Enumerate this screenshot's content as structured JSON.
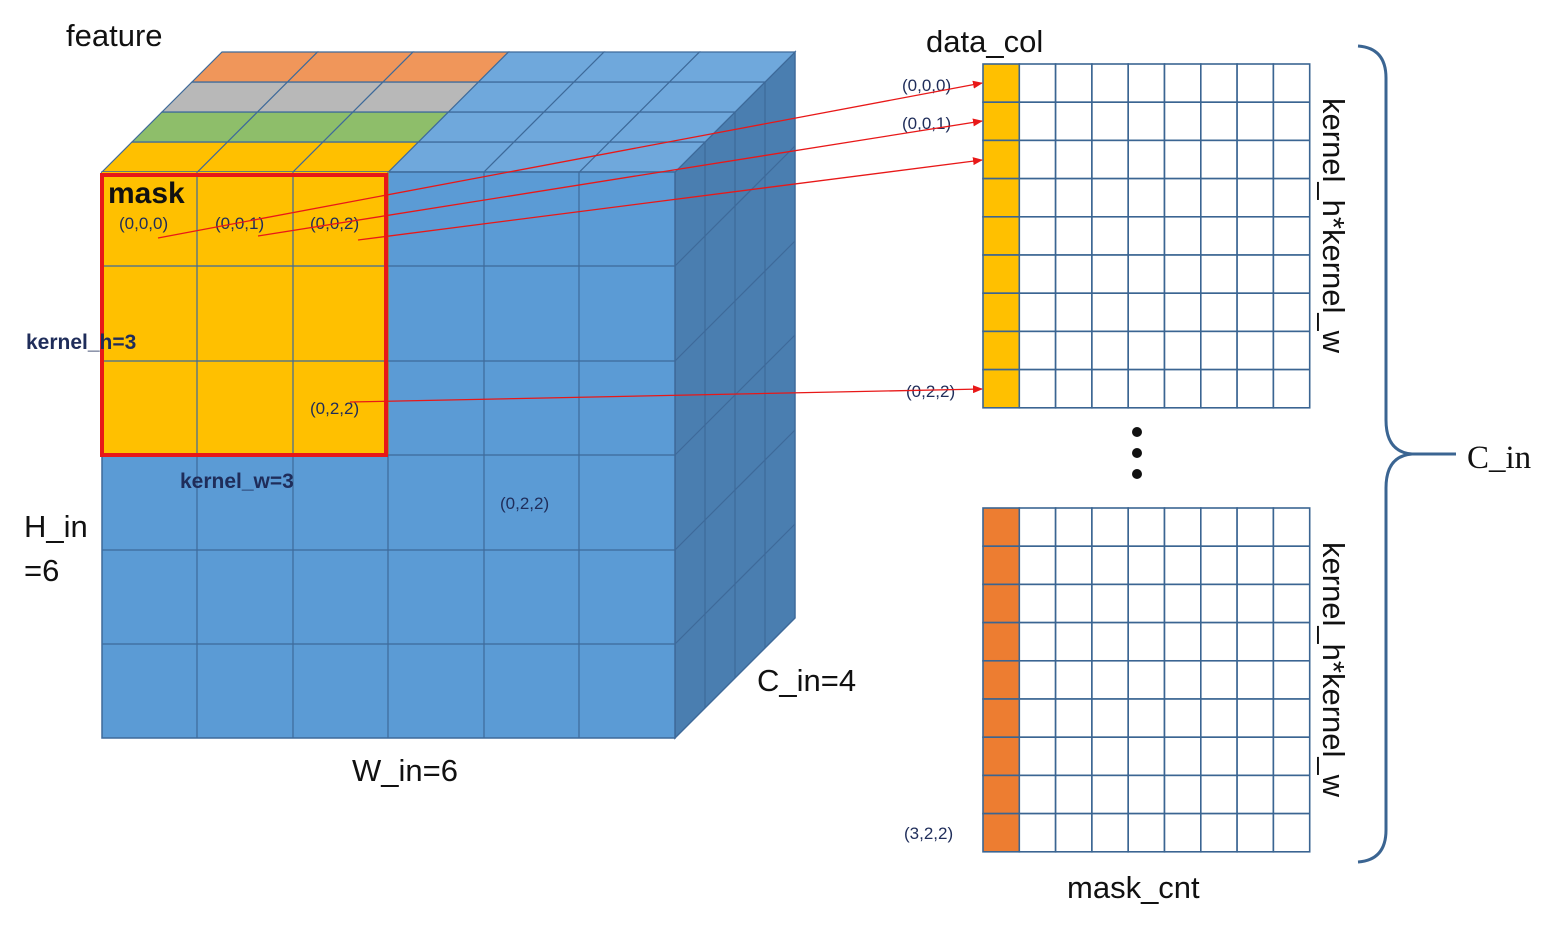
{
  "colors": {
    "front_face": "#5B9BD5",
    "side_face": "#4A7EB0",
    "top_face": "#6FA8DC",
    "grid_line": "#3E6A9A",
    "orange": "#ED7D31",
    "orange_top": "#F0965A",
    "gray_top": "#B8B8B8",
    "green_top": "#8EBE6A",
    "yellow": "#FFC000",
    "mask_border": "#E81818",
    "arrow": "#E81818",
    "matrix_line": "#3B6592",
    "brace": "#3B6592"
  },
  "labels": {
    "feature": "feature",
    "mask": "mask",
    "kernel_h": "kernel_h=3",
    "kernel_w": "kernel_w=3",
    "h_in_line1": "H_in",
    "h_in_line2": "=6",
    "w_in": "W_in=6",
    "c_in_depth": "C_in=4",
    "data_col": "data_col",
    "mask_cnt": "mask_cnt",
    "kernel_hw_top": "kernel_h*kernel_w",
    "kernel_hw_bottom": "kernel_h*kernel_w",
    "c_in_brace": "C_in"
  },
  "cube_coords": {
    "c000": "(0,0,0)",
    "c001": "(0,0,1)",
    "c002": "(0,0,2)",
    "c022": "(0,2,2)",
    "c022_face": "(0,2,2)"
  },
  "matrix_coords": {
    "m000": "(0,0,0)",
    "m001": "(0,0,1)",
    "m022": "(0,2,2)",
    "m322": "(3,2,2)"
  },
  "ellipsis": "⋮"
}
